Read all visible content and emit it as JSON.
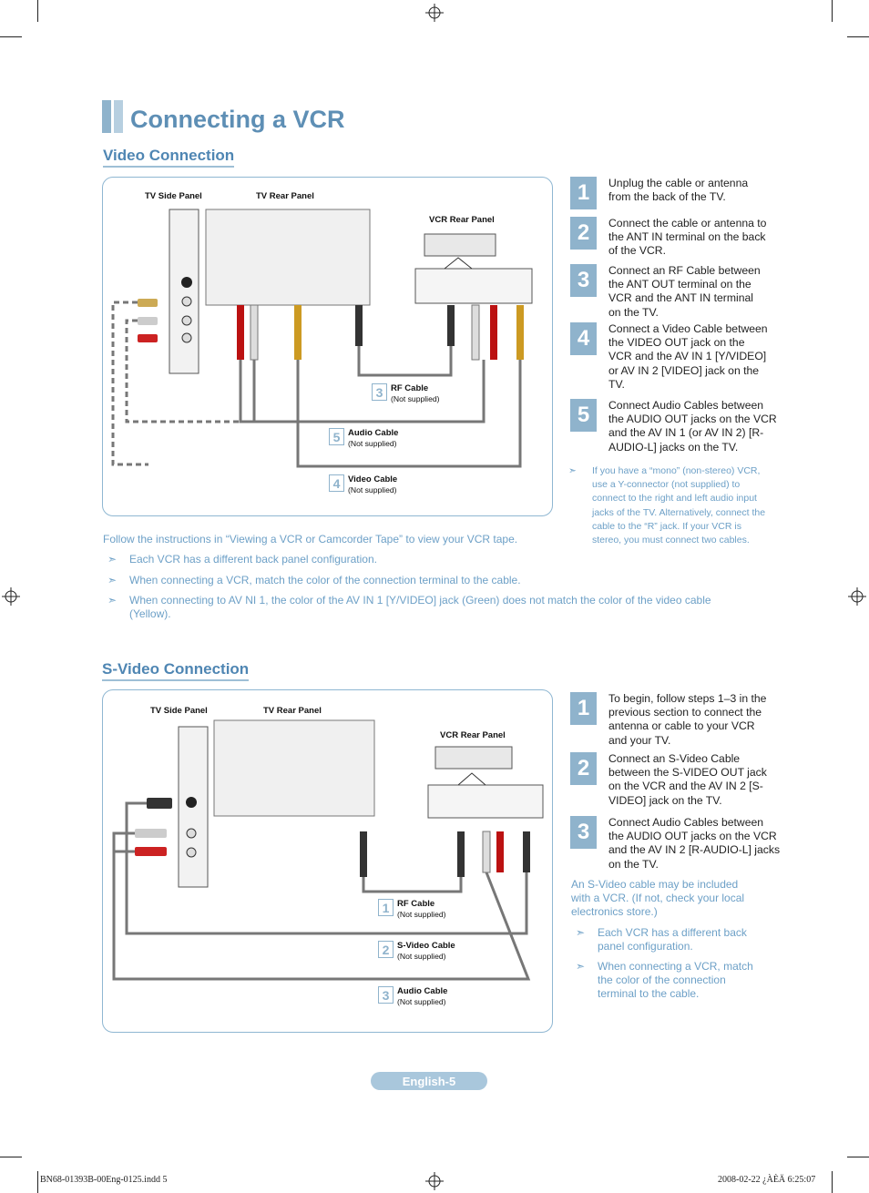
{
  "title": "Connecting a VCR",
  "video": {
    "heading": "Video Connection",
    "tv_side": "TV Side Panel",
    "tv_rear": "TV Rear Panel",
    "vcr_rear": "VCR Rear Panel",
    "cables": [
      {
        "num": "3",
        "name": "RF Cable",
        "sub": "(Not supplied)"
      },
      {
        "num": "5",
        "name": "Audio Cable",
        "sub": "(Not supplied)"
      },
      {
        "num": "4",
        "name": "Video Cable",
        "sub": "(Not supplied)"
      }
    ],
    "steps": [
      {
        "num": "1",
        "text": "Unplug the cable or antenna from the back of the TV."
      },
      {
        "num": "2",
        "text": "Connect the cable or antenna to the ANT IN terminal on the back of the VCR."
      },
      {
        "num": "3",
        "text": "Connect an RF Cable between the ANT OUT terminal on the VCR and the ANT IN terminal on the TV."
      },
      {
        "num": "4",
        "text": "Connect a Video Cable between the VIDEO OUT jack on the VCR and the AV IN 1 [Y/VIDEO] or AV IN 2 [VIDEO] jack on the TV."
      },
      {
        "num": "5",
        "text": "Connect Audio Cables between the AUDIO OUT jacks on the VCR and the AV IN 1 (or AV IN 2) [R-AUDIO-L] jacks on the TV."
      }
    ],
    "mono_note": "If you have a “mono” (non-stereo) VCR, use a Y-connector (not supplied) to connect to the right and left audio input jacks of the TV. Alternatively, connect the cable to the “R” jack. If your VCR is stereo, you must connect two cables.",
    "follow": "Follow the instructions in “Viewing a VCR or Camcorder Tape” to view your VCR tape.",
    "bullets": [
      "Each VCR has a different back panel configuration.",
      "When connecting a VCR, match the color of the connection terminal to the cable.",
      "When connecting to AV NI 1, the color of the AV IN 1 [Y/VIDEO] jack (Green) does not match the color of the video cable (Yellow)."
    ]
  },
  "svideo": {
    "heading": "S-Video Connection",
    "tv_side": "TV Side Panel",
    "tv_rear": "TV Rear Panel",
    "vcr_rear": "VCR Rear Panel",
    "cables": [
      {
        "num": "1",
        "name": "RF Cable",
        "sub": "(Not supplied)"
      },
      {
        "num": "2",
        "name": "S-Video Cable",
        "sub": "(Not supplied)"
      },
      {
        "num": "3",
        "name": "Audio Cable",
        "sub": "(Not supplied)"
      }
    ],
    "steps": [
      {
        "num": "1",
        "text": "To begin, follow steps 1–3 in the previous section to connect the antenna or cable to your VCR and your TV."
      },
      {
        "num": "2",
        "text": "Connect an S-Video Cable between the S-VIDEO OUT jack on the VCR and the AV IN 2 [S-VIDEO] jack on the TV."
      },
      {
        "num": "3",
        "text": "Connect Audio Cables between the AUDIO OUT jacks on the VCR and the AV IN 2 [R-AUDIO-L] jacks on the TV."
      }
    ],
    "note": "An S-Video cable may be included with a VCR. (If not, check your local electronics store.)",
    "bullets": [
      "Each VCR has a different back panel configuration.",
      "When connecting a VCR, match the color of the connection terminal to the cable."
    ]
  },
  "page_label": "English-5",
  "footer_left": "BN68-01393B-00Eng-0125.indd   5",
  "footer_right": "2008-02-22   ¿ÀÈÄ 6:25:07",
  "bullet_glyph": "➣"
}
